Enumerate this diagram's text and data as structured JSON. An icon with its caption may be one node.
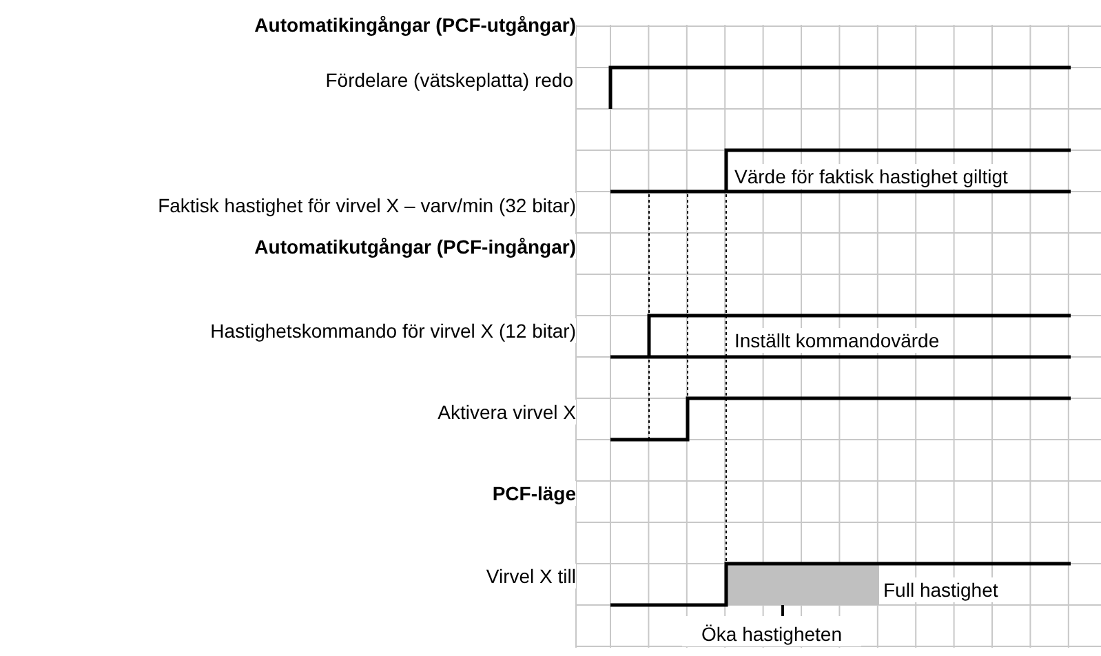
{
  "diagram": {
    "nodes": [
      {
        "text": [
          "Öka hastigheten"
        ]
      },
      {
        "text": [],
        "shape": "box"
      }
    ],
    "edges": [
      {
        "from": 0,
        "to": 1,
        "arrow": "none"
      }
    ],
    "labels": [
      "Automatikingångar (PCF-utgångar)",
      "Fördelare (vätskeplatta) redo",
      "Faktisk hastighet för virvel X – varv/min (32 bitar)",
      "Värde för faktisk hastighet giltigt",
      "Automatikutgångar (PCF-ingångar)",
      "Hastighetskommando för virvel X (12 bitar)",
      "Inställt kommandovärde",
      "Aktivera virvel X",
      "PCF-läge",
      "Virvel X till",
      "Full hastighet"
    ]
  }
}
